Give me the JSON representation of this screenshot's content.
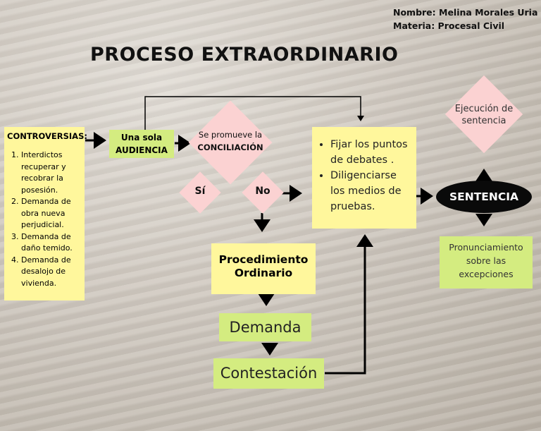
{
  "author": {
    "name_line": "Nombre: Melina Morales Uria",
    "subject_line": "Materia: Procesal Civil"
  },
  "title": "PROCESO EXTRAORDINARIO",
  "controversias": {
    "heading": "CONTROVERSIAS:",
    "items": [
      "Interdictos recuperar y recobrar la posesión.",
      "Demanda de obra nueva perjudicial.",
      "Demanda de daño temido.",
      "Demanda de desalojo de vivienda."
    ]
  },
  "audiencia": {
    "line1": "Una sola",
    "line2": "AUDIENCIA"
  },
  "conciliacion": {
    "line1": "Se promueve la",
    "line2": "CONCILIACIÓN"
  },
  "si_label": "Sí",
  "no_label": "No",
  "fijar": {
    "items": [
      "Fijar los puntos de debates .",
      "Diligenciarse los medios de pruebas."
    ]
  },
  "procedimiento": {
    "line1": "Procedimiento",
    "line2": "Ordinario"
  },
  "demanda": "Demanda",
  "contestacion": "Contestación",
  "sentencia": "SENTENCIA",
  "ejecucion": {
    "line1": "Ejecución de",
    "line2": "sentencia"
  },
  "pronunciamiento": {
    "line1": "Pronunciamiento",
    "line2": "sobre las",
    "line3": "excepciones"
  },
  "colors": {
    "yellow": "#fff79c",
    "green": "#d4ec80",
    "pink": "#fbd2d2",
    "sentencia_fill": "#0a0a0a"
  }
}
